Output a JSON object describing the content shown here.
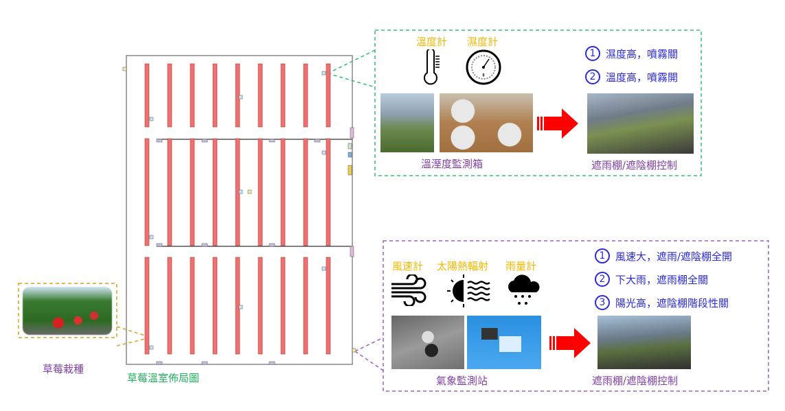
{
  "layout_title": "草莓溫室佈局圖",
  "strawberry": {
    "label": "草莓栽種"
  },
  "indoor": {
    "sensors": [
      {
        "label": "溫度計",
        "icon": "thermometer-icon"
      },
      {
        "label": "濕度計",
        "icon": "hygrometer-icon"
      }
    ],
    "station_label": "溫溼度監測箱",
    "rules": [
      {
        "num": "1",
        "text": "濕度高，噴霧關"
      },
      {
        "num": "2",
        "text": "溫度高，噴霧開"
      }
    ],
    "control_label": "遮雨棚/遮陰棚控制"
  },
  "weather": {
    "sensors": [
      {
        "label": "風速計",
        "icon": "wind-icon"
      },
      {
        "label": "太陽熱輻射",
        "icon": "solar-radiation-icon"
      },
      {
        "label": "雨量計",
        "icon": "rain-cloud-icon"
      }
    ],
    "station_label": "氣象監測站",
    "rules": [
      {
        "num": "1",
        "text": "風速大，遮雨/遮陰棚全開"
      },
      {
        "num": "2",
        "text": "下大雨，遮雨棚全關"
      },
      {
        "num": "3",
        "text": "陽光高，遮陰棚階段性關"
      }
    ],
    "control_label": "遮雨棚/遮陰棚控制"
  },
  "colors": {
    "bed": "#f07070",
    "green_box": "#33c070",
    "purple_box": "#9a60c0",
    "orange_box": "#d8a020",
    "arrow": "#ff0000",
    "rule_text": "#2a2adc"
  }
}
